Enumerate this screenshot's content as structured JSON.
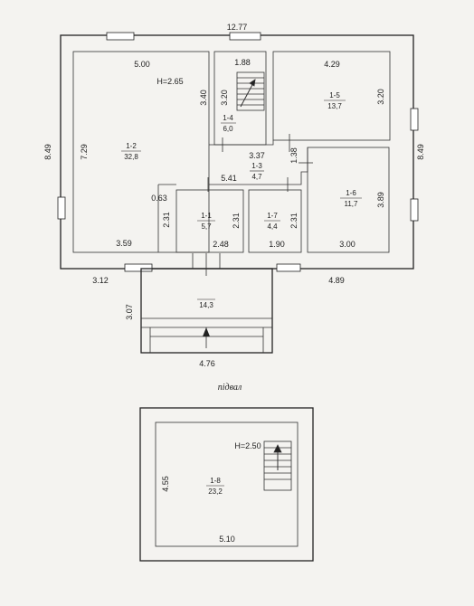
{
  "main_floor": {
    "overall_width": "12.77",
    "left_height": "8.49",
    "right_height": "8.49",
    "bottom_left": "3.12",
    "bottom_right": "4.89",
    "ceiling_height": "H=2.65",
    "rooms": [
      {
        "id": "1-1",
        "area": "5,7",
        "w": "2.48",
        "h": "2.31"
      },
      {
        "id": "1-2",
        "area": "32,8",
        "w_top": "5.00",
        "w_bottom": "3.59",
        "h": "7.29",
        "h2": "2.31",
        "notch": "0.63"
      },
      {
        "id": "1-3",
        "area": "4,7",
        "w": "3.37",
        "w2": "5.41",
        "h": "1.38"
      },
      {
        "id": "1-4",
        "area": "6,0",
        "w": "1.88",
        "h": "3.20",
        "h2": "3.40"
      },
      {
        "id": "1-5",
        "area": "13,7",
        "w": "4.29",
        "h": "3.20"
      },
      {
        "id": "1-6",
        "area": "11,7",
        "w": "3.00",
        "h": "3.89"
      },
      {
        "id": "1-7",
        "area": "4,4",
        "w": "1.90",
        "h": "2.31"
      }
    ],
    "porch": {
      "area": "14,3",
      "w": "4.76",
      "h": "3.07"
    }
  },
  "basement": {
    "caption": "підвал",
    "ceiling_height": "H=2.50",
    "room": {
      "id": "1-8",
      "area": "23,2",
      "w": "5.10",
      "h": "4.55"
    }
  }
}
